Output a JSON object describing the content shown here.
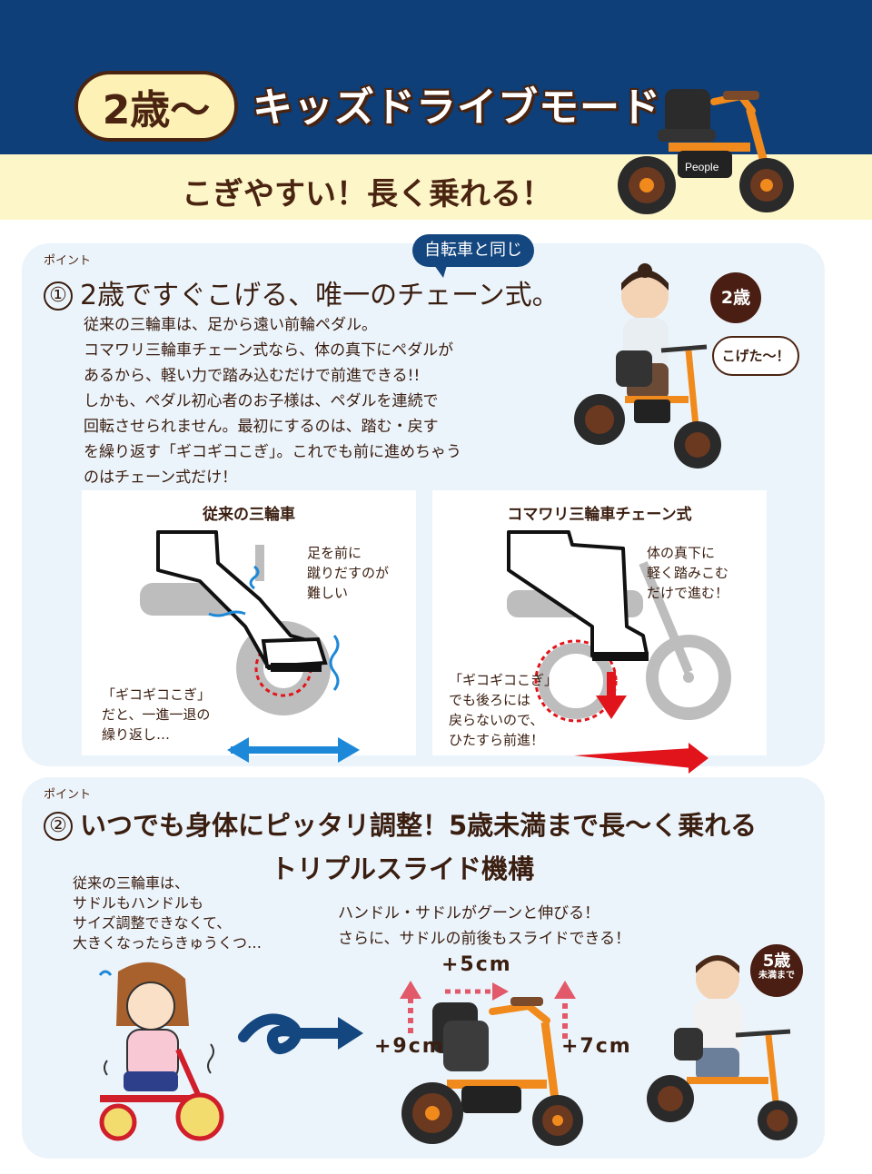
{
  "header": {
    "age_badge": "2歳〜",
    "title": "キッズドライブモード",
    "subtitle": "こぎやすい！長く乗れる！"
  },
  "point1": {
    "label": "ポイント",
    "number": "①",
    "title_prefix": "2歳ですぐこげる、唯一の",
    "title_suffix": "チェーン式。",
    "bubble": "自転車と同じ",
    "body": [
      "従来の三輪車は、足から遠い前輪ペダル。",
      "コマワリ三輪車チェーン式なら、体の真下にペダルが",
      "あるから、軽い力で踏み込むだけで前進できる!!",
      "しかも、ペダル初心者のお子様は、ペダルを連続で",
      "回転させられません。最初にするのは、踏む・戻す",
      "を繰り返す「ギコギコこぎ」。これでも前に進めちゃう",
      "のはチェーン式だけ！"
    ],
    "age_badge": "2歳",
    "speech": "こげた〜！",
    "left_card": {
      "title": "従来の三輪車",
      "note_top": [
        "足を前に",
        "蹴りだすのが",
        "難しい"
      ],
      "note_bottom": [
        "「ギコギコこぎ」",
        "だと、一進一退の",
        "繰り返し…"
      ]
    },
    "right_card": {
      "title": "コマワリ三輪車チェーン式",
      "note_top": [
        "体の真下に",
        "軽く踏みこむ",
        "だけで進む！"
      ],
      "note_bottom": [
        "「ギコギコこぎ」",
        "でも後ろには",
        "戻らないので、",
        "ひたすら前進！"
      ]
    }
  },
  "point2": {
    "label": "ポイント",
    "number": "②",
    "title_line1": "いつでも身体にピッタリ調整！5歳未満まで長〜く乗れる",
    "title_line2": "トリプルスライド機構",
    "body_left": [
      "従来の三輪車は、",
      "サドルもハンドルも",
      "サイズ調整できなくて、",
      "大きくなったらきゅうくつ…"
    ],
    "body_right": [
      "ハンドル・サドルがグーンと伸びる！",
      "さらに、サドルの前後もスライドできる！"
    ],
    "meas_top": "+5cm",
    "meas_left": "+9cm",
    "meas_right": "+7cm",
    "age_badge_main": "5歳",
    "age_badge_sub": "未満まで",
    "brand": "People"
  },
  "colors": {
    "navy": "#0e3f78",
    "cream": "#fdf6c9",
    "brown": "#4a2410",
    "panel": "#ecf4fb",
    "orange": "#f08a1c",
    "red_arrow": "#e2141b",
    "blue_arrow": "#1e88d8"
  }
}
